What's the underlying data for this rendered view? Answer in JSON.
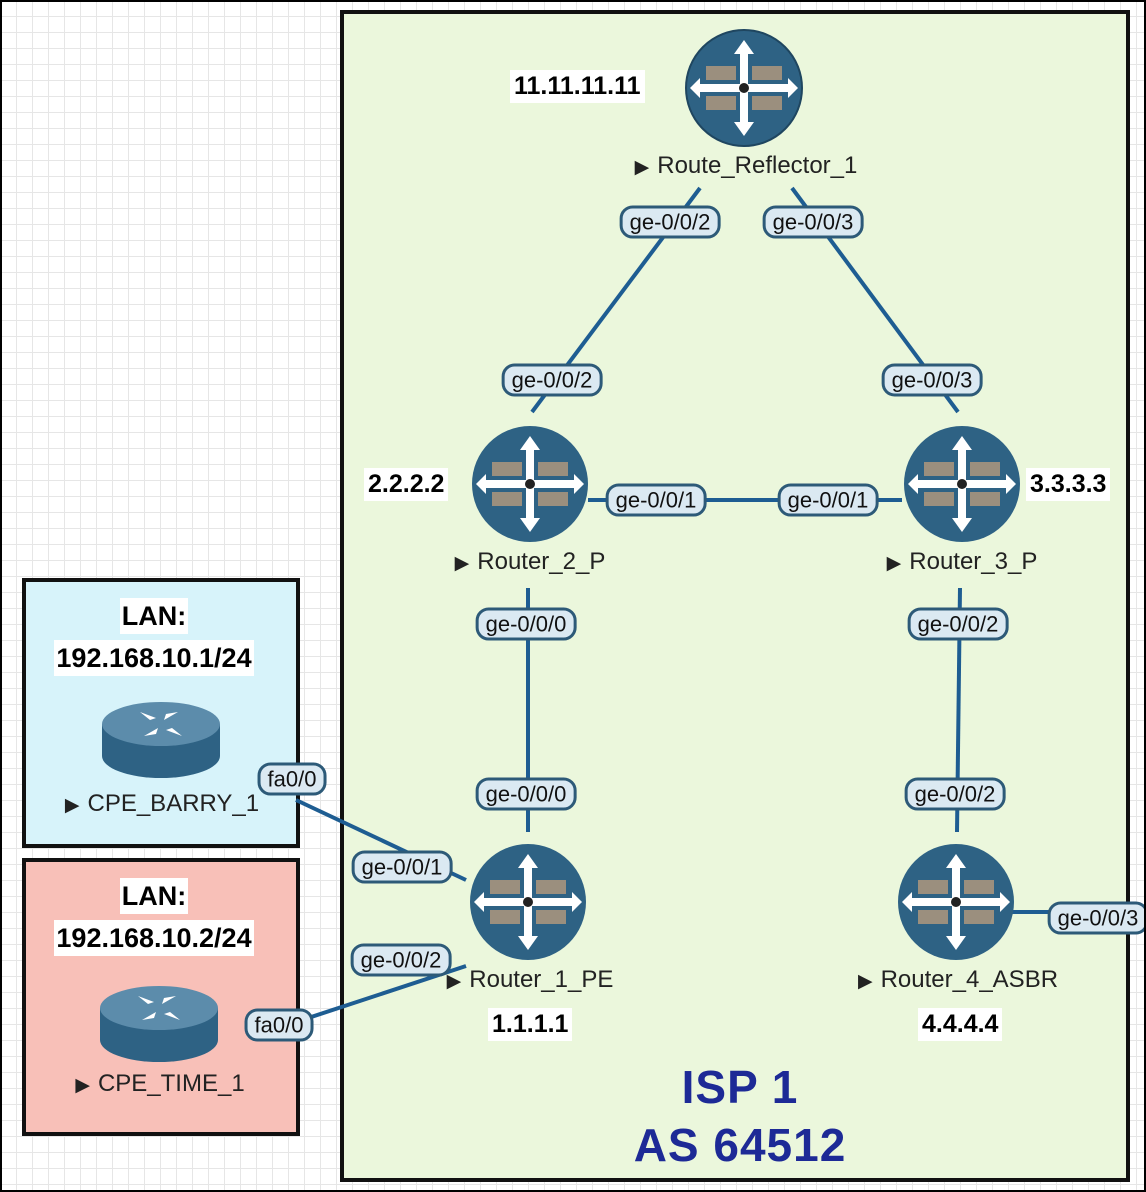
{
  "isp": {
    "name": "ISP 1",
    "as": "AS 64512"
  },
  "lans": {
    "barry": {
      "label": "LAN:",
      "subnet": "192.168.10.1/24"
    },
    "time": {
      "label": "LAN:",
      "subnet": "192.168.10.2/24"
    }
  },
  "nodes": {
    "route_reflector": {
      "name": "Route_Reflector_1",
      "loopback": "11.11.11.11"
    },
    "router2": {
      "name": "Router_2_P",
      "loopback": "2.2.2.2"
    },
    "router3": {
      "name": "Router_3_P",
      "loopback": "3.3.3.3"
    },
    "router1": {
      "name": "Router_1_PE",
      "loopback": "1.1.1.1"
    },
    "router4": {
      "name": "Router_4_ASBR",
      "loopback": "4.4.4.4"
    },
    "cpe_barry": {
      "name": "CPE_BARRY_1"
    },
    "cpe_time": {
      "name": "CPE_TIME_1"
    }
  },
  "ports": {
    "rr_to_r2": "ge-0/0/2",
    "rr_to_r3": "ge-0/0/3",
    "r2_to_rr": "ge-0/0/2",
    "r3_to_rr": "ge-0/0/3",
    "r2_to_r3": "ge-0/0/1",
    "r3_to_r2": "ge-0/0/1",
    "r2_to_r1": "ge-0/0/0",
    "r3_to_r4": "ge-0/0/2",
    "r1_to_r2": "ge-0/0/0",
    "r4_to_r3": "ge-0/0/2",
    "r1_to_barry": "ge-0/0/1",
    "r1_to_time": "ge-0/0/2",
    "barry_to_r1": "fa0/0",
    "time_to_r1": "fa0/0",
    "r4_external": "ge-0/0/3"
  },
  "colors": {
    "link": "#1e5d92",
    "router_body": "#2e6284",
    "isp_background": "#ebf7dc",
    "lan1_background": "#d7f3fa",
    "lan2_background": "#f8c0b8",
    "isp_title": "#1d2a96"
  },
  "icons": {
    "juniper_router": "router-icon",
    "cisco_router": "router-icon"
  }
}
